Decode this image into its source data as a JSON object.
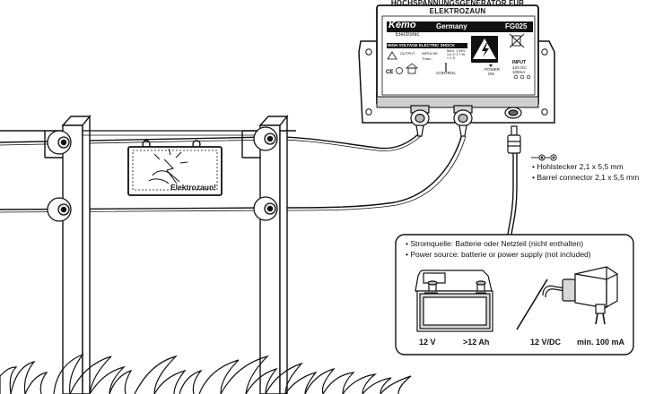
{
  "device": {
    "title_line1": "HOCHSPANNUNGSGENERATOR FÜR",
    "title_line2": "ELEKTROZAUN",
    "brand": "Kemo",
    "brand_sub": "Electronic",
    "country": "Germany",
    "model": "FG025",
    "warning_banner": "HIGH VOLTAGE ELECTRIC SHOCK",
    "label_output": "OUTPUT",
    "label_impulse": "IMPULSE:",
    "label_tmax": "Tmax.:",
    "label_max": "MAX. 2.6KV",
    "label_max2": "1.5 J/ 0.7 W",
    "label_max3": "< 2 S",
    "label_control": "CONTROL",
    "label_power": "POWER",
    "label_on": "ON",
    "label_input": "INPUT",
    "label_input_v": "12V DC",
    "label_input_ma": "100mA"
  },
  "sign": {
    "text": "Elektrozaun!"
  },
  "connector_info": {
    "line1": "• Hohlstecker 2,1 x 5,5 mm",
    "line2": "• Barrel connector 2,1 x 5,5 mm"
  },
  "power_box": {
    "line1": "• Stromquelle: Batterie oder Netzteil (nicht enthalten)",
    "line2": "• Power source: batterie or power supply (not included)",
    "battery_voltage": "12 V",
    "battery_capacity": ">12 Ah",
    "adapter_voltage": "12 V/DC",
    "adapter_current": "min. 100 mA"
  }
}
